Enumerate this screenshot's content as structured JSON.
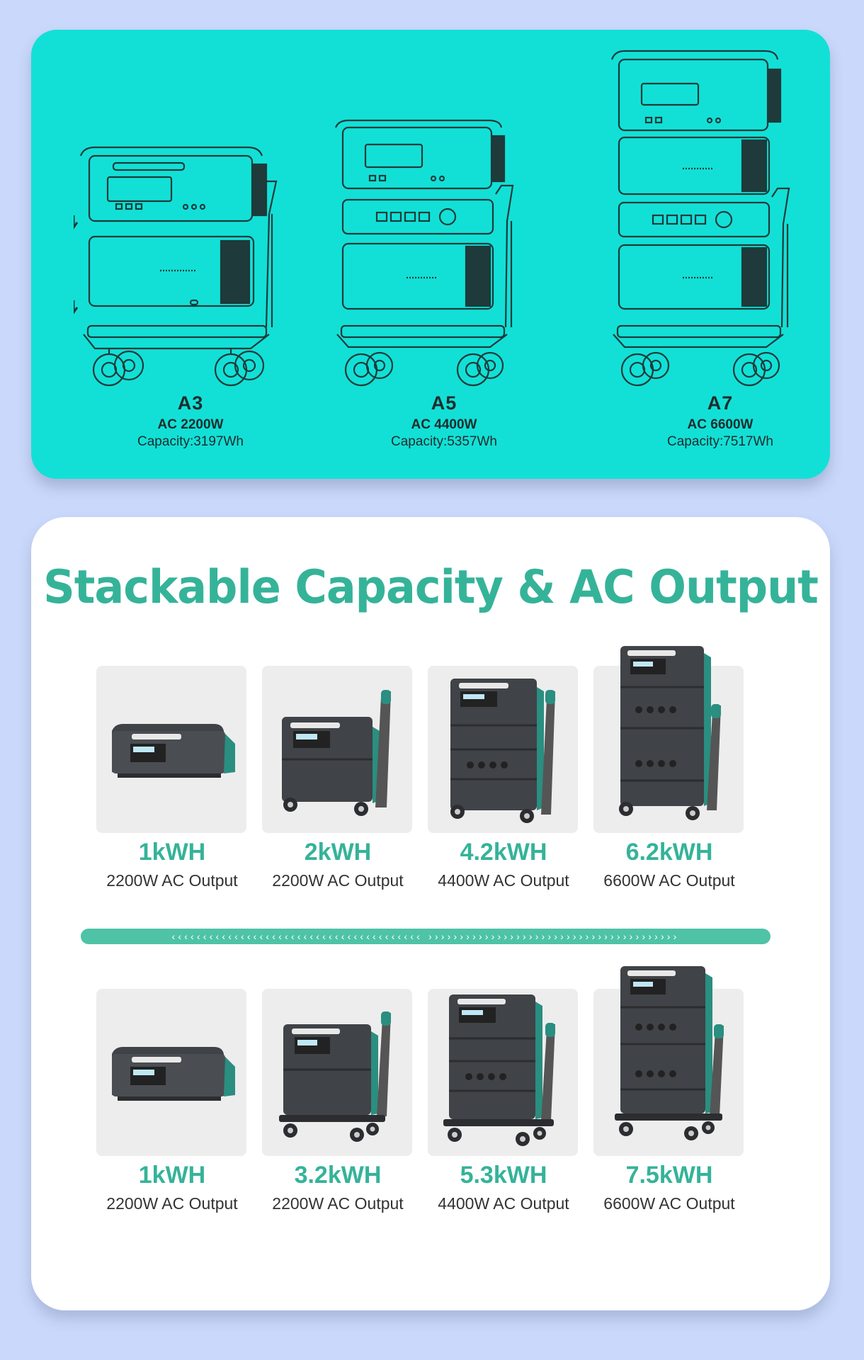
{
  "configurations": [
    {
      "name": "A3",
      "ac": "AC 2200W",
      "capacity": "Capacity:3197Wh"
    },
    {
      "name": "A5",
      "ac": "AC 4400W",
      "capacity": "Capacity:5357Wh"
    },
    {
      "name": "A7",
      "ac": "AC 6600W",
      "capacity": "Capacity:7517Wh"
    }
  ],
  "title": "Stackable Capacity & AC Output",
  "row1": [
    {
      "capacity": "1kWH",
      "output": "2200W AC Output"
    },
    {
      "capacity": "2kWH",
      "output": "2200W AC Output"
    },
    {
      "capacity": "4.2kWH",
      "output": "4400W AC Output"
    },
    {
      "capacity": "6.2kWH",
      "output": "6600W AC Output"
    }
  ],
  "row2": [
    {
      "capacity": "1kWH",
      "output": "2200W AC Output"
    },
    {
      "capacity": "3.2kWH",
      "output": "2200W AC Output"
    },
    {
      "capacity": "5.3kWH",
      "output": "4400W AC Output"
    },
    {
      "capacity": "7.5kWH",
      "output": "6600W AC Output"
    }
  ],
  "divider_text": "‹‹‹‹‹‹‹‹‹‹‹‹‹‹‹‹‹‹‹‹‹‹‹‹‹‹‹‹‹‹‹‹‹‹‹‹‹‹‹‹ ››››››››››››››››››››››››››››››››››››››››",
  "colors": {
    "top_panel": "#12e0d6",
    "accent": "#35b399",
    "divider": "#4ec3a6",
    "page": "#c9d8fb"
  }
}
